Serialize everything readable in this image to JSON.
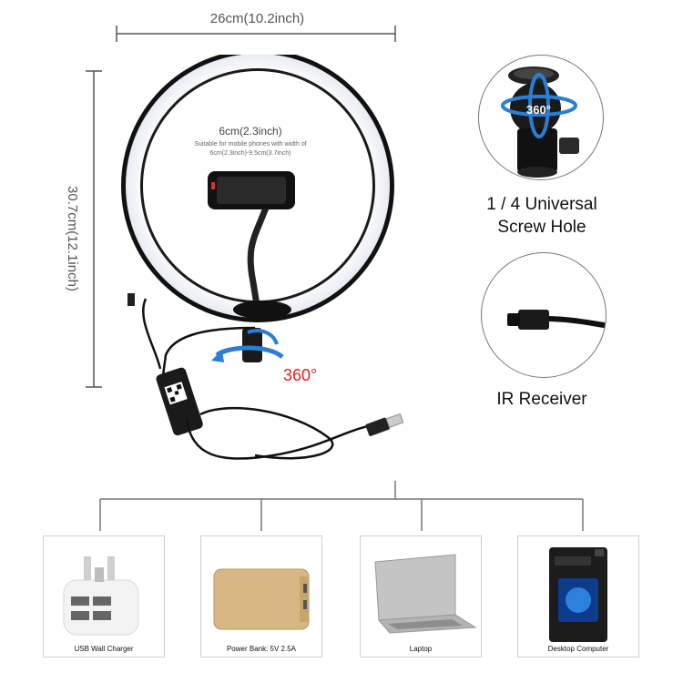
{
  "dimensions": {
    "width_label": "26cm(10.2inch)",
    "height_label": "30.7cm(12.1inch)"
  },
  "phone_holder": {
    "width_label": "6cm(2.3inch)",
    "note_line1": "Suitable for mobile phones with width of",
    "note_line2": "6cm(2.3inch)-9.5cm(3.7inch)"
  },
  "rotation": {
    "base_label": "360°",
    "head_label": "360°"
  },
  "features": {
    "screw_hole_line1": "1 / 4 Universal",
    "screw_hole_line2": "Screw Hole",
    "ir_receiver": "IR Receiver"
  },
  "power_sources": [
    {
      "label": "USB Wall Charger"
    },
    {
      "label": "Power Bank: 5V 2.5A"
    },
    {
      "label": "Laptop"
    },
    {
      "label": "Desktop Computer"
    }
  ],
  "colors": {
    "ring_light": "#f4f6fb",
    "ring_border": "#111111",
    "rotation_arrow": "#2a7fd4",
    "rotation_text": "#e02020",
    "dimension_line": "#555555"
  }
}
